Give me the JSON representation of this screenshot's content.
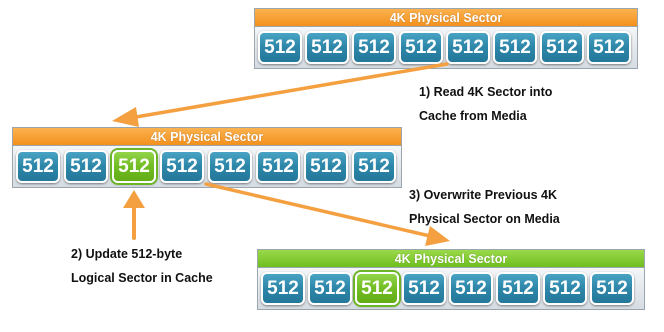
{
  "colors": {
    "orange_header": "#f3901d",
    "green_header": "#6fbf1f",
    "blue_cell": "#2d86a8",
    "green_cell": "#72bd24",
    "arrow_orange": "#f4a040"
  },
  "sectors": {
    "top": {
      "header": "4K Physical Sector",
      "cells": [
        "512",
        "512",
        "512",
        "512",
        "512",
        "512",
        "512",
        "512"
      ]
    },
    "middle": {
      "header": "4K Physical Sector",
      "cells": [
        "512",
        "512",
        "512",
        "512",
        "512",
        "512",
        "512",
        "512"
      ],
      "highlighted_cell": 2
    },
    "bottom": {
      "header": "4K Physical Sector",
      "cells": [
        "512",
        "512",
        "512",
        "512",
        "512",
        "512",
        "512",
        "512"
      ],
      "highlighted_cell": 2
    }
  },
  "labels": {
    "step1": [
      "1) Read 4K Sector into",
      "Cache from Media"
    ],
    "step2": [
      "2) Update 512-byte",
      "Logical Sector in Cache"
    ],
    "step3": [
      "3) Overwrite Previous 4K",
      "Physical Sector on Media"
    ]
  }
}
